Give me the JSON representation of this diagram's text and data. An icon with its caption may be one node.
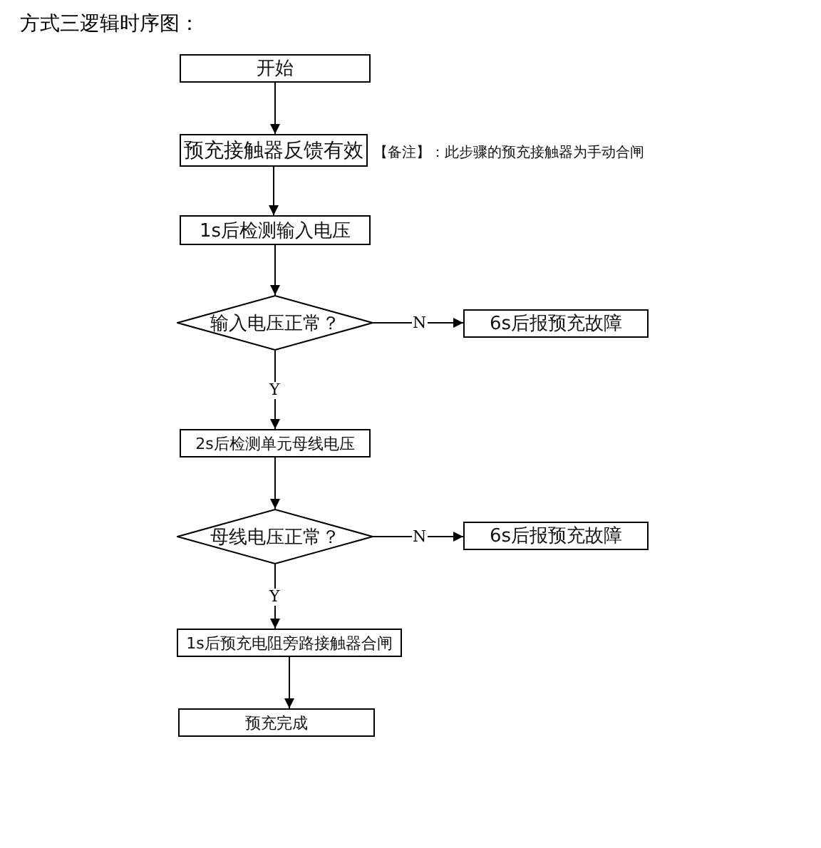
{
  "diagram": {
    "title": "方式三逻辑时序图：",
    "nodes": [
      {
        "text": [
          "开始"
        ]
      },
      {
        "text": [
          "预充接触器反馈有效"
        ],
        "beside": [
          "【备注】：此步骤的预充接触器为手动合闸"
        ]
      },
      {
        "text": [
          "1s后检测输入电压"
        ]
      },
      {
        "text": [
          "输入电压正常？"
        ]
      },
      {
        "text": [
          "6s后报预充故障"
        ]
      },
      {
        "text": [
          "2s后检测单元母线电压"
        ]
      },
      {
        "text": [
          "母线电压正常？"
        ]
      },
      {
        "text": [
          "6s后报预充故障"
        ]
      },
      {
        "text": [
          "1s后预充电阻旁路接触器合闸"
        ]
      },
      {
        "text": [
          "预充完成"
        ]
      }
    ],
    "edges": [
      {
        "from": 0,
        "to": 1,
        "arrow": "to"
      },
      {
        "from": 1,
        "to": 2,
        "arrow": "to"
      },
      {
        "from": 2,
        "to": 3,
        "arrow": "to"
      },
      {
        "from": 3,
        "to": 4,
        "arrow": "to",
        "label": "N"
      },
      {
        "from": 3,
        "to": 5,
        "arrow": "to",
        "label": "Y"
      },
      {
        "from": 5,
        "to": 6,
        "arrow": "to"
      },
      {
        "from": 6,
        "to": 7,
        "arrow": "to",
        "label": "N"
      },
      {
        "from": 6,
        "to": 8,
        "arrow": "to",
        "label": "Y"
      },
      {
        "from": 8,
        "to": 9,
        "arrow": "to"
      }
    ]
  }
}
